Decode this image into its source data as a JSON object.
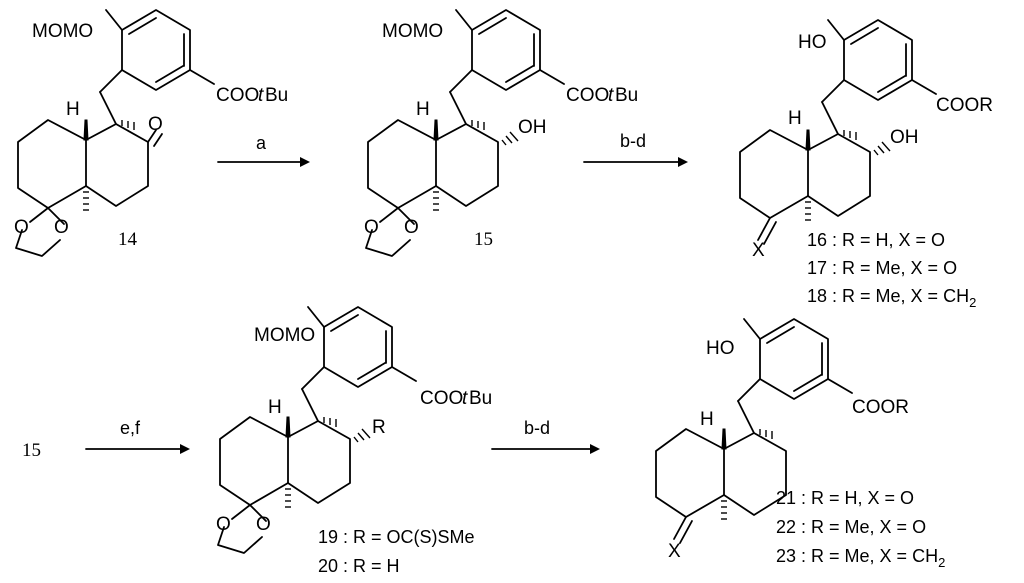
{
  "atoms": {
    "momo": "MOMO",
    "ho": "HO",
    "h": "H",
    "o": "O",
    "oh": "OH",
    "x": "X",
    "r": "R",
    "coo": "COO",
    "t": "t",
    "bu": "Bu",
    "coor": "COOR"
  },
  "compounds": {
    "c14": "14",
    "c15": "15",
    "c15_ref": "15"
  },
  "arrows": {
    "a": "a",
    "bd1": "b-d",
    "ef": "e,f",
    "bd2": "b-d"
  },
  "labels": {
    "l16": "16 : R = H, X = O",
    "l17": "17 : R = Me, X = O",
    "l18": "18 : R = Me, X = CH",
    "sub2": "2",
    "l19": "19 : R = OC(S)SMe",
    "l20": "20 : R = H",
    "l21": "21 : R = H, X = O",
    "l22": "22 : R = Me, X = O",
    "l23": "23 : R = Me, X = CH"
  }
}
